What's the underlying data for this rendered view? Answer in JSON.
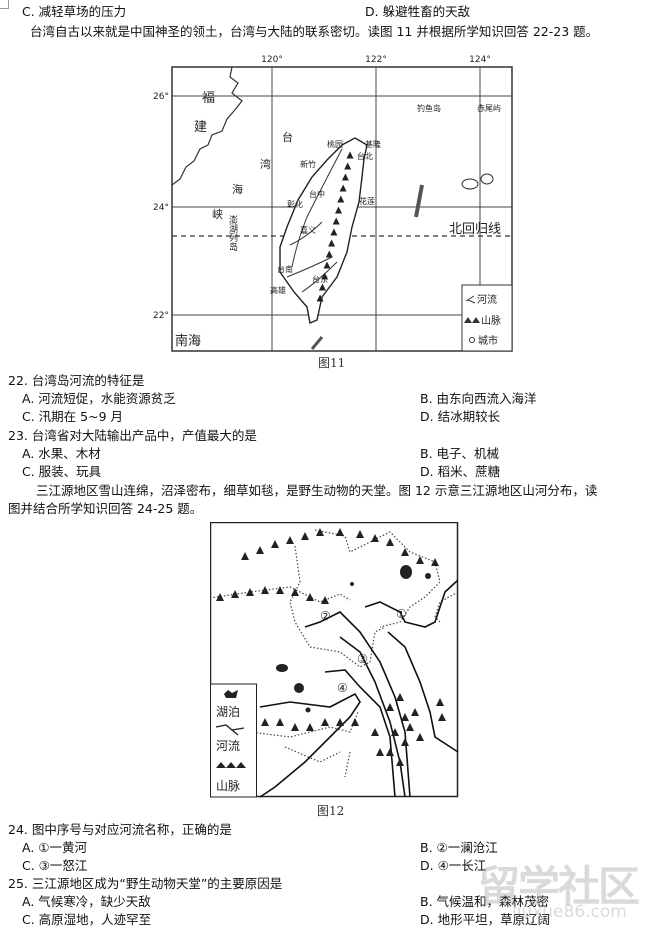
{
  "prev_question": {
    "option_c": "C. 减轻草场的压力",
    "option_d": "D. 躲避牲畜的天敌"
  },
  "intro_22_23": "台湾自古以来就是中国神圣的领土，台湾与大陆的联系密切。读图 11 并根据所学知识回答 22-23 题。",
  "figure11": {
    "caption": "图11",
    "longitudes": [
      "120°",
      "122°",
      "124°"
    ],
    "latitudes": [
      "26°",
      "24°",
      "22°"
    ],
    "labels": {
      "fujian_1": "福",
      "fujian_2": "建",
      "strait_1": "台",
      "strait_2": "湾",
      "strait_3": "海",
      "strait_4": "峡",
      "penghu": "澎湖列岛",
      "diaoyu": "钓鱼岛",
      "chiwei": "赤尾屿",
      "tropic": "北回归线",
      "south_sea": "南海",
      "taoyuan": "桃园",
      "keelung": "基隆",
      "taipei": "台北",
      "hsinchu": "新竹",
      "taichung": "台中",
      "changhua": "彰化",
      "hualien": "花莲",
      "chiayi": "嘉义",
      "tainan": "台南",
      "taitung": "台东",
      "kaohsiung": "高雄"
    },
    "legend": [
      {
        "icon": "river-symbol",
        "label": "河流"
      },
      {
        "icon": "mountain-symbol",
        "label": "山脉"
      },
      {
        "icon": "city-circle",
        "label": "城市"
      }
    ]
  },
  "q22": {
    "stem": "22. 台湾岛河流的特征是",
    "options": [
      "A. 河流短促，水能资源贫乏",
      "B. 由东向西流入海洋",
      "C. 汛期在 5~9 月",
      "D. 结冰期较长"
    ]
  },
  "q23": {
    "stem": "23. 台湾省对大陆输出产品中，产值最大的是",
    "options": [
      "A. 水果、木材",
      "B. 电子、机械",
      "C. 服装、玩具",
      "D. 稻米、蔗糖"
    ]
  },
  "intro_24_25": {
    "line1": "三江源地区雪山连绵，沼泽密布，细草如毯，是野生动物的天堂。图 12 示意三江源地区山河分布，读",
    "line2": "图并结合所学知识回答 24-25 题。"
  },
  "figure12": {
    "caption": "图12",
    "river_numbers": [
      "①",
      "②",
      "③",
      "④"
    ],
    "legend": [
      {
        "icon": "lake-symbol",
        "label": "湖泊"
      },
      {
        "icon": "river-symbol",
        "label": "河流"
      },
      {
        "icon": "mountain-symbol",
        "label": "山脉"
      }
    ]
  },
  "q24": {
    "stem": "24. 图中序号与对应河流名称，正确的是",
    "options": [
      "A. ①一黄河",
      "B. ②一澜沧江",
      "C. ③一怒江",
      "D. ④一长江"
    ]
  },
  "q25": {
    "stem": "25. 三江源地区成为“野生动物天堂”的主要原因是",
    "options": [
      "A. 气候寒冷，缺少天敌",
      "B. 气候温和，森林茂密",
      "C. 高原湿地，人迹罕至",
      "D. 地形平坦，草原辽阔"
    ]
  },
  "watermark": {
    "text": "留学社区",
    "url": "liuxue86.com"
  }
}
